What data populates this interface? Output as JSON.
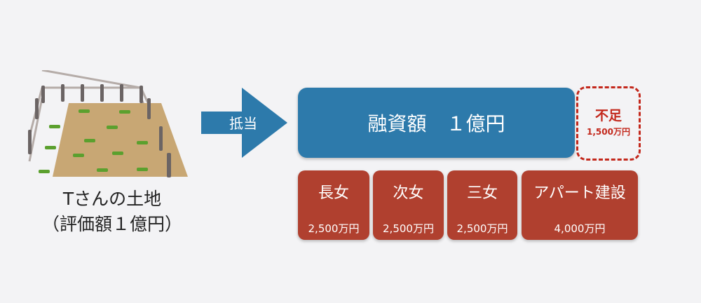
{
  "land": {
    "label_line1": "Tさんの土地",
    "label_line2": "（評価額１億円）"
  },
  "arrow": {
    "label": "抵当"
  },
  "loan": {
    "label": "融資額　１億円"
  },
  "shortfall": {
    "label": "不足",
    "amount": "1,500万円"
  },
  "allocations": [
    {
      "label": "長女",
      "amount": "2,500万円"
    },
    {
      "label": "次女",
      "amount": "2,500万円"
    },
    {
      "label": "三女",
      "amount": "2,500万円"
    },
    {
      "label": "アパート建設",
      "amount": "4,000万円"
    }
  ],
  "colors": {
    "loan": "#2d7aab",
    "allocation": "#b0402f",
    "shortfall": "#c3281c"
  }
}
